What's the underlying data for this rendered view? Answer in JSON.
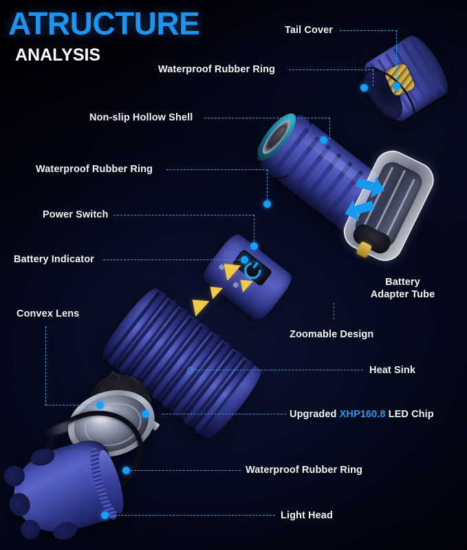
{
  "heading": {
    "main": "ATRUCTURE",
    "sub": "ANALYSIS",
    "main_color": "#1e93f0",
    "sub_color": "#ffffff"
  },
  "theme": {
    "background": "#02040f",
    "accent_blue": "#1e9bf0",
    "leader_line_color": "#2f9fe8",
    "dot_color": "#1b9cf5",
    "body_blue": "#4951b0",
    "gold": "#f0c84a",
    "label_color": "#f3f6fb"
  },
  "callouts": [
    {
      "id": "tail-cover",
      "label": "Tail Cover"
    },
    {
      "id": "waterproof-ring-top",
      "label": "Waterproof Rubber Ring"
    },
    {
      "id": "non-slip-hollow-shell",
      "label": "Non-slip Hollow Shell"
    },
    {
      "id": "waterproof-ring-mid",
      "label": "Waterproof Rubber Ring"
    },
    {
      "id": "power-switch",
      "label": "Power Switch"
    },
    {
      "id": "battery-indicator",
      "label": "Battery Indicator"
    },
    {
      "id": "convex-lens",
      "label": "Convex Lens"
    },
    {
      "id": "zoomable-design",
      "label": "Zoomable Design"
    },
    {
      "id": "heat-sink",
      "label": "Heat Sink"
    },
    {
      "id": "waterproof-ring-low",
      "label": "Waterproof Rubber Ring"
    },
    {
      "id": "light-head",
      "label": "Light Head"
    }
  ],
  "led_chip_label": {
    "prefix": "Upgraded ",
    "model": "XHP160.8",
    "suffix": " LED Chip"
  },
  "battery_tube_label": {
    "line1": "Battery",
    "line2": "Adapter Tube"
  },
  "icons": {
    "power": "power-icon",
    "arrow_left": "arrow-left-icon",
    "arrow_right": "arrow-right-icon"
  }
}
